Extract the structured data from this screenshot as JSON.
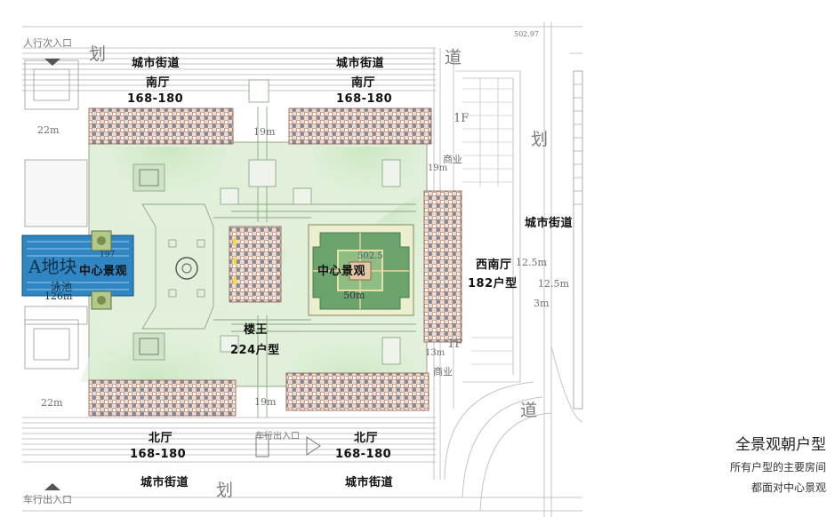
{
  "north": {
    "left": {
      "street": "城市街道",
      "hall": "南厅",
      "size": "168-180"
    },
    "right": {
      "street": "城市街道",
      "hall": "南厅",
      "size": "168-180"
    }
  },
  "south": {
    "left": {
      "hall": "北厅",
      "size": "168-180",
      "street": "城市街道"
    },
    "right": {
      "hall": "北厅",
      "size": "168-180",
      "street": "城市街道"
    }
  },
  "east": {
    "street": "城市街道",
    "hall": "西南厅",
    "size": "182户型"
  },
  "center": {
    "landscape": "中心景观"
  },
  "west": {
    "block": "A地块",
    "landscape": "中心景观",
    "pool": "泳池",
    "pool_area": "126m"
  },
  "king": {
    "name": "楼王",
    "size": "224户型"
  },
  "entrances": {
    "pedestrian": "人行次入口",
    "vehicle": "车行出入口",
    "vehicle_mid": "车行出入口"
  },
  "dims": {
    "d22_top": "22m",
    "d19_top": "19m",
    "d19_side": "19m",
    "d13_side": "13m",
    "d22_bot": "22m",
    "d19_bot": "19m",
    "d50": "50m",
    "d12_5a": "12.5m",
    "d12_5b": "12.5m",
    "d3": "3m",
    "d502": "502.5",
    "d502_top": "502.97",
    "d197": "197",
    "d1f_top": "1F",
    "d1f_bot": "1F"
  },
  "road_chars": {
    "hua_top": "划",
    "dao_top": "道",
    "hua_right": "划",
    "dao_right": "道",
    "hua_bottom": "划"
  },
  "commerce": {
    "top": "商业",
    "bottom": "商业"
  },
  "caption": {
    "title": "全景观朝户型",
    "line1": "所有户型的主要房间",
    "line2": "都面对中心景观"
  },
  "colors": {
    "road_line": "#bdbdbd",
    "green_area": "#d9ecd3",
    "green_cone": "#cfe8c6",
    "lawn": "#5e9a63",
    "pool": "#2f86c2",
    "unit_fill": "#f4d7c7",
    "unit_line": "#8c5a4e"
  }
}
